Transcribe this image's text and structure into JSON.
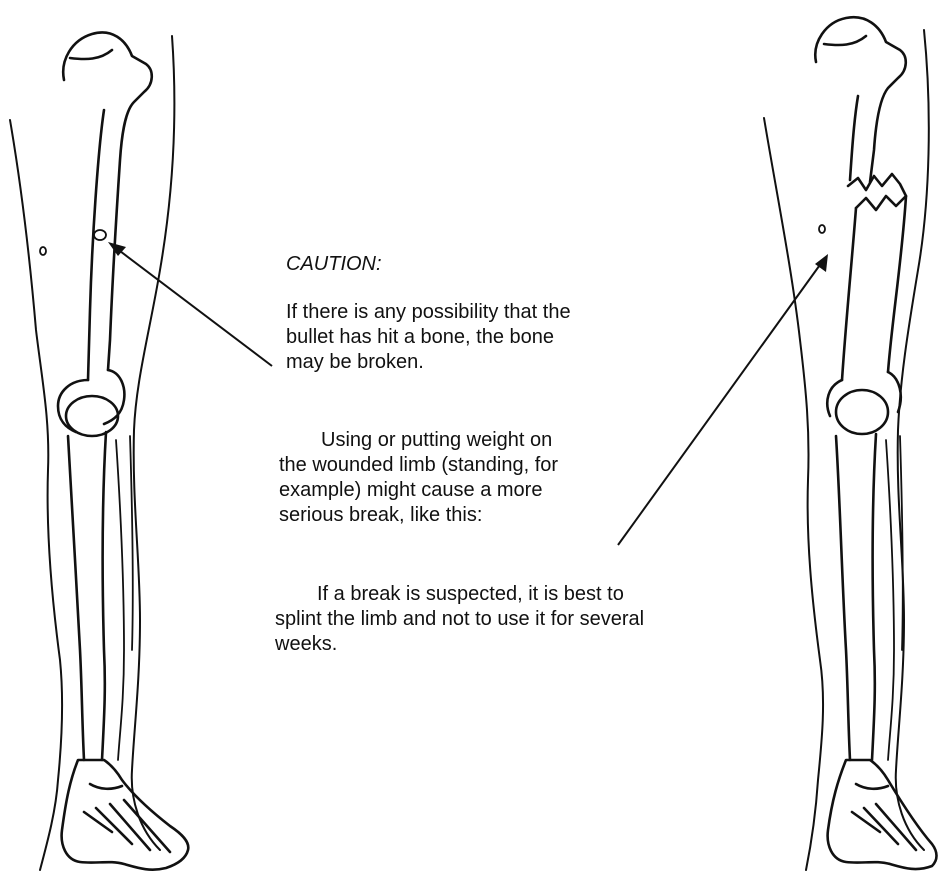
{
  "caution": {
    "heading": "CAUTION:",
    "paragraphs": [
      "If there is any possibility that the bullet has hit a bone, the bone may be broken.",
      "Using or putting weight on the wounded limb (standing, for example) might cause a more serious break, like this:",
      "If a break is suspected, it is best to splint the limb and not to use it for several weeks."
    ]
  },
  "figures": [
    {
      "name": "leg-with-bullet-hole",
      "state": "bone intact"
    },
    {
      "name": "leg-with-broken-femur",
      "state": "bone broken"
    }
  ],
  "colors": {
    "ink": "#111111",
    "background": "#ffffff"
  }
}
